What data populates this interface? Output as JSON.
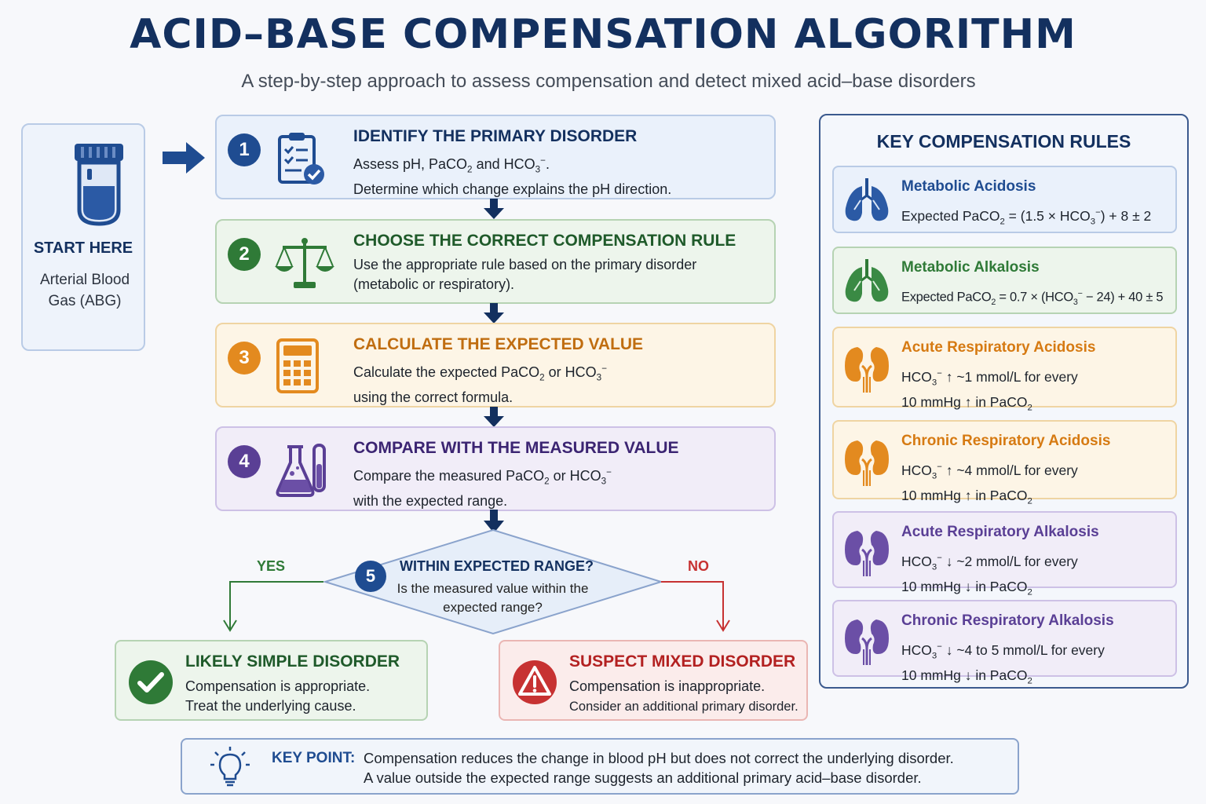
{
  "title": "ACID–BASE COMPENSATION ALGORITHM",
  "subtitle": "A step-by-step approach to assess compensation and detect mixed acid–base disorders",
  "start": {
    "label": "START HERE",
    "desc": "Arterial Blood Gas (ABG)",
    "icon": "blood-tube-icon"
  },
  "steps": [
    {
      "num": "1",
      "title": "IDENTIFY THE PRIMARY DISORDER",
      "line1_a": "Assess pH, PaCO",
      "line1_b": " and HCO",
      "line1_c": ".",
      "line2": "Determine which change explains the pH direction.",
      "icon": "clipboard-check-icon",
      "color": "#1f4c91"
    },
    {
      "num": "2",
      "title": "CHOOSE THE CORRECT COMPENSATION RULE",
      "line1": "Use the appropriate rule based on the primary disorder",
      "line2": "(metabolic or respiratory).",
      "icon": "balance-scale-icon",
      "color": "#2f7a37"
    },
    {
      "num": "3",
      "title": "CALCULATE THE EXPECTED VALUE",
      "line1_a": "Calculate the expected PaCO",
      "line1_b": " or HCO",
      "line2": "using the correct formula.",
      "icon": "calculator-icon",
      "color": "#e38a1f"
    },
    {
      "num": "4",
      "title": "COMPARE WITH THE MEASURED VALUE",
      "line1_a": "Compare the measured PaCO",
      "line1_b": " or HCO",
      "line2": "with the expected range.",
      "icon": "flask-tube-icon",
      "color": "#5a3f95"
    }
  ],
  "decision": {
    "num": "5",
    "title": "WITHIN EXPECTED RANGE?",
    "text": "Is the measured value within the expected range?",
    "yes": "YES",
    "no": "NO"
  },
  "results": {
    "yes": {
      "title": "LIKELY SIMPLE DISORDER",
      "line1": "Compensation is appropriate.",
      "line2": "Treat the underlying cause.",
      "icon": "check-circle-icon",
      "color": "#2f7a37"
    },
    "no": {
      "title": "SUSPECT MIXED DISORDER",
      "line1": "Compensation is inappropriate.",
      "line2": "Consider an additional primary disorder.",
      "icon": "warning-triangle-icon",
      "color": "#c73232"
    }
  },
  "rules": {
    "title": "KEY COMPENSATION RULES",
    "items": [
      {
        "name": "Metabolic Acidosis",
        "icon": "lungs-icon",
        "color": "#1f4c91"
      },
      {
        "name": "Metabolic Alkalosis",
        "icon": "lungs-icon",
        "color": "#2f7a37"
      },
      {
        "name": "Acute Respiratory Acidosis",
        "l1": " ↑ ~1 mmol/L for every",
        "l2": "10 mmHg ↑ in PaCO",
        "icon": "kidneys-icon",
        "color": "#e38a1f"
      },
      {
        "name": "Chronic Respiratory Acidosis",
        "l1": " ↑ ~4 mmol/L for every",
        "l2": "10 mmHg ↑ in PaCO",
        "icon": "kidneys-icon",
        "color": "#e38a1f"
      },
      {
        "name": "Acute Respiratory Alkalosis",
        "l1": " ↓ ~2 mmol/L for every",
        "l2": "10 mmHg ↓ in PaCO",
        "icon": "kidneys-icon",
        "color": "#6b4fa6"
      },
      {
        "name": "Chronic Respiratory Alkalosis",
        "l1": " ↓ ~4 to 5 mmol/L for every",
        "l2": "10 mmHg ↓ in PaCO",
        "icon": "kidneys-icon",
        "color": "#6b4fa6"
      }
    ],
    "formula1_a": "Expected PaCO",
    "formula1_b": " = (1.5 × HCO",
    "formula1_c": ") + 8 ± 2",
    "formula2_a": "Expected PaCO",
    "formula2_b": " = 0.7 × (HCO",
    "formula2_c": " − 24) + 40 ± 5",
    "hco": "HCO"
  },
  "chem": {
    "sub2": "2",
    "sub3": "3",
    "minus": "−"
  },
  "keypoint": {
    "label": "KEY POINT:",
    "line1": "Compensation reduces the change in blood pH but does not correct the underlying disorder.",
    "line2": "A value outside the expected range suggests an additional primary acid–base disorder.",
    "icon": "lightbulb-icon"
  }
}
